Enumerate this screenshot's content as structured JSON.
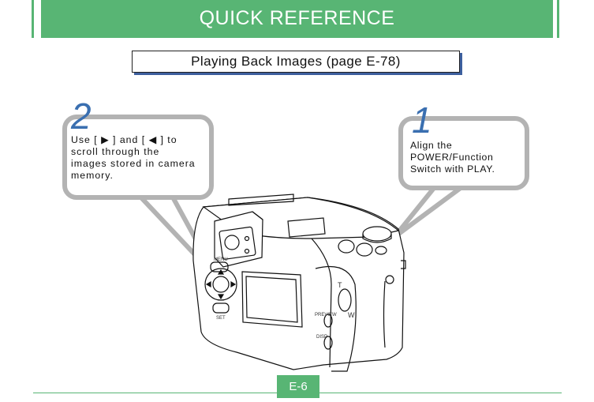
{
  "header": {
    "title": "QUICK REFERENCE",
    "color": "#58b574"
  },
  "section": {
    "title": "Playing Back Images (page E-78)"
  },
  "steps": [
    {
      "number": "2",
      "lines": [
        "Use [ ▶ ] and [ ◀ ] to",
        "scroll through the",
        "images stored in camera",
        "memory."
      ]
    },
    {
      "number": "1",
      "lines": [
        "Align the",
        "POWER/Function",
        "Switch with PLAY."
      ]
    }
  ],
  "camera_labels": {
    "menu": "MENU",
    "set": "SET",
    "preview": "PREVIEW",
    "disp": "DISP",
    "tele": "T",
    "wide": "W"
  },
  "footer": {
    "page": "E-6"
  },
  "colors": {
    "accent": "#58b574",
    "step_number": "#3a6fb0",
    "bubble_border": "#b3b3b3"
  }
}
